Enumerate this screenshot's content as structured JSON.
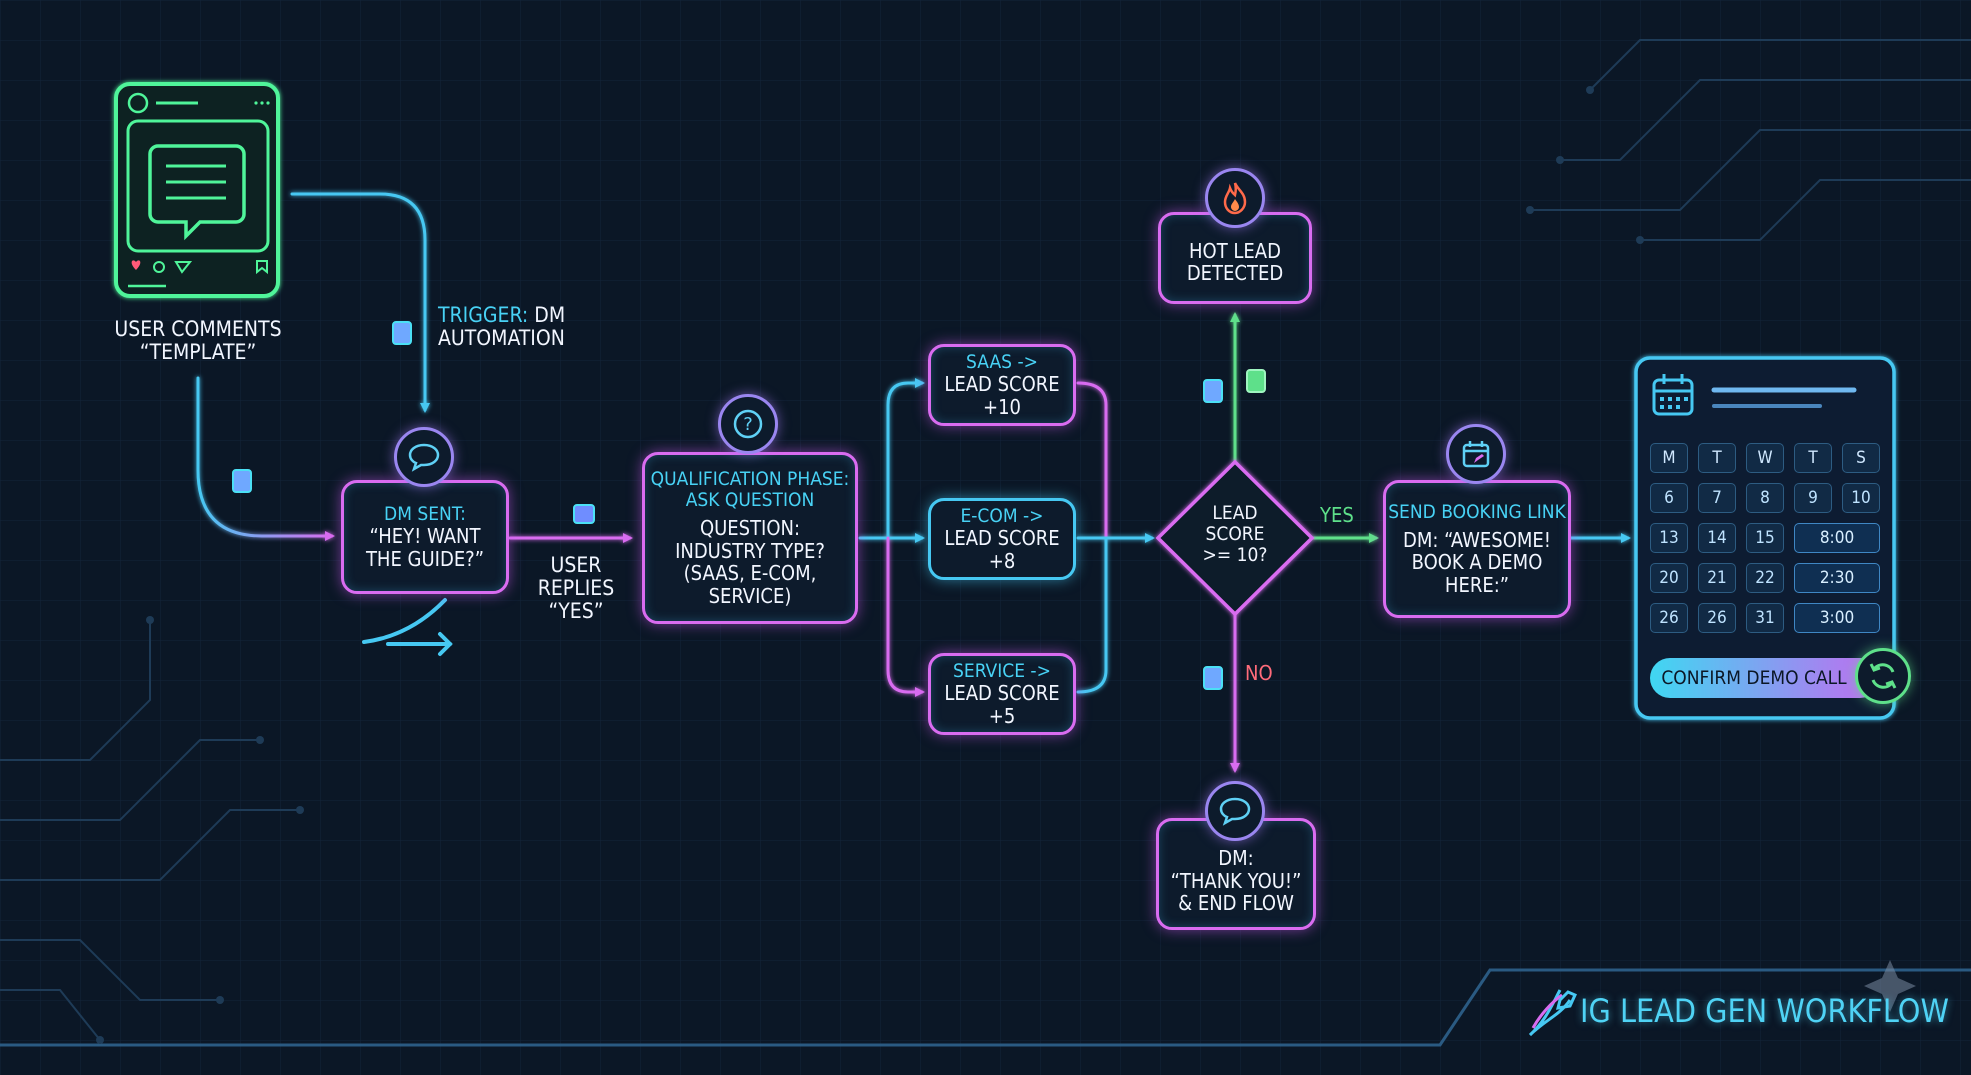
{
  "trigger_post": {
    "caption_line1": "USER COMMENTS",
    "caption_line2": "“TEMPLATE”"
  },
  "trigger_label": {
    "accent": "TRIGGER:",
    "rest1": "DM",
    "line2": "AUTOMATION"
  },
  "dm_sent": {
    "title": "DM SENT:",
    "line1": "“HEY! WANT",
    "line2": "THE GUIDE?”"
  },
  "user_replies": {
    "line1": "USER REPLIES",
    "line2": "“YES”"
  },
  "qualification": {
    "title1": "QUALIFICATION PHASE:",
    "title2": "ASK QUESTION",
    "line1": "QUESTION:",
    "line2": "INDUSTRY TYPE?",
    "line3": "(SAAS, E-COM,",
    "line4": "SERVICE)"
  },
  "branches": {
    "saas": {
      "line1": "SAAS ->",
      "line2": "LEAD SCORE +10"
    },
    "ecom": {
      "line1": "E-COM ->",
      "line2": "LEAD SCORE +8"
    },
    "service": {
      "line1": "SERVICE ->",
      "line2": "LEAD SCORE +5"
    }
  },
  "decision": {
    "line1": "LEAD",
    "line2": "SCORE",
    "line3": ">= 10?"
  },
  "yes_label": "YES",
  "no_label": "NO",
  "hot_lead": {
    "line1": "HOT LEAD",
    "line2": "DETECTED"
  },
  "thank_you": {
    "line1": "DM:",
    "line2": "“THANK YOU!”",
    "line3": "& END FLOW"
  },
  "booking": {
    "title": "SEND BOOKING LINK",
    "line1": "DM: “AWESOME!",
    "line2": "BOOK A DEMO",
    "line3": "HERE:”"
  },
  "calendar": {
    "days": [
      "M",
      "T",
      "W",
      "T",
      "S"
    ],
    "rows": [
      [
        "6",
        "7",
        "8",
        "9",
        "10"
      ],
      [
        "13",
        "14",
        "15",
        "8:00"
      ],
      [
        "20",
        "21",
        "22",
        "2:30"
      ],
      [
        "26",
        "26",
        "31",
        "3:00"
      ]
    ],
    "confirm_label": "CONFIRM DEMO CALL"
  },
  "footer_title": "IG LEAD GEN WORKFLOW",
  "colors": {
    "cyan": "#46c8f2",
    "magenta": "#d96cf0",
    "green": "#5ee08a",
    "red": "#ff6b7a",
    "background": "#0b1726"
  },
  "icons": [
    "chat-icon",
    "question-icon",
    "flame-icon",
    "calendar-icon",
    "refresh-icon",
    "rocket-icon",
    "heart-icon",
    "bookmark-icon"
  ]
}
